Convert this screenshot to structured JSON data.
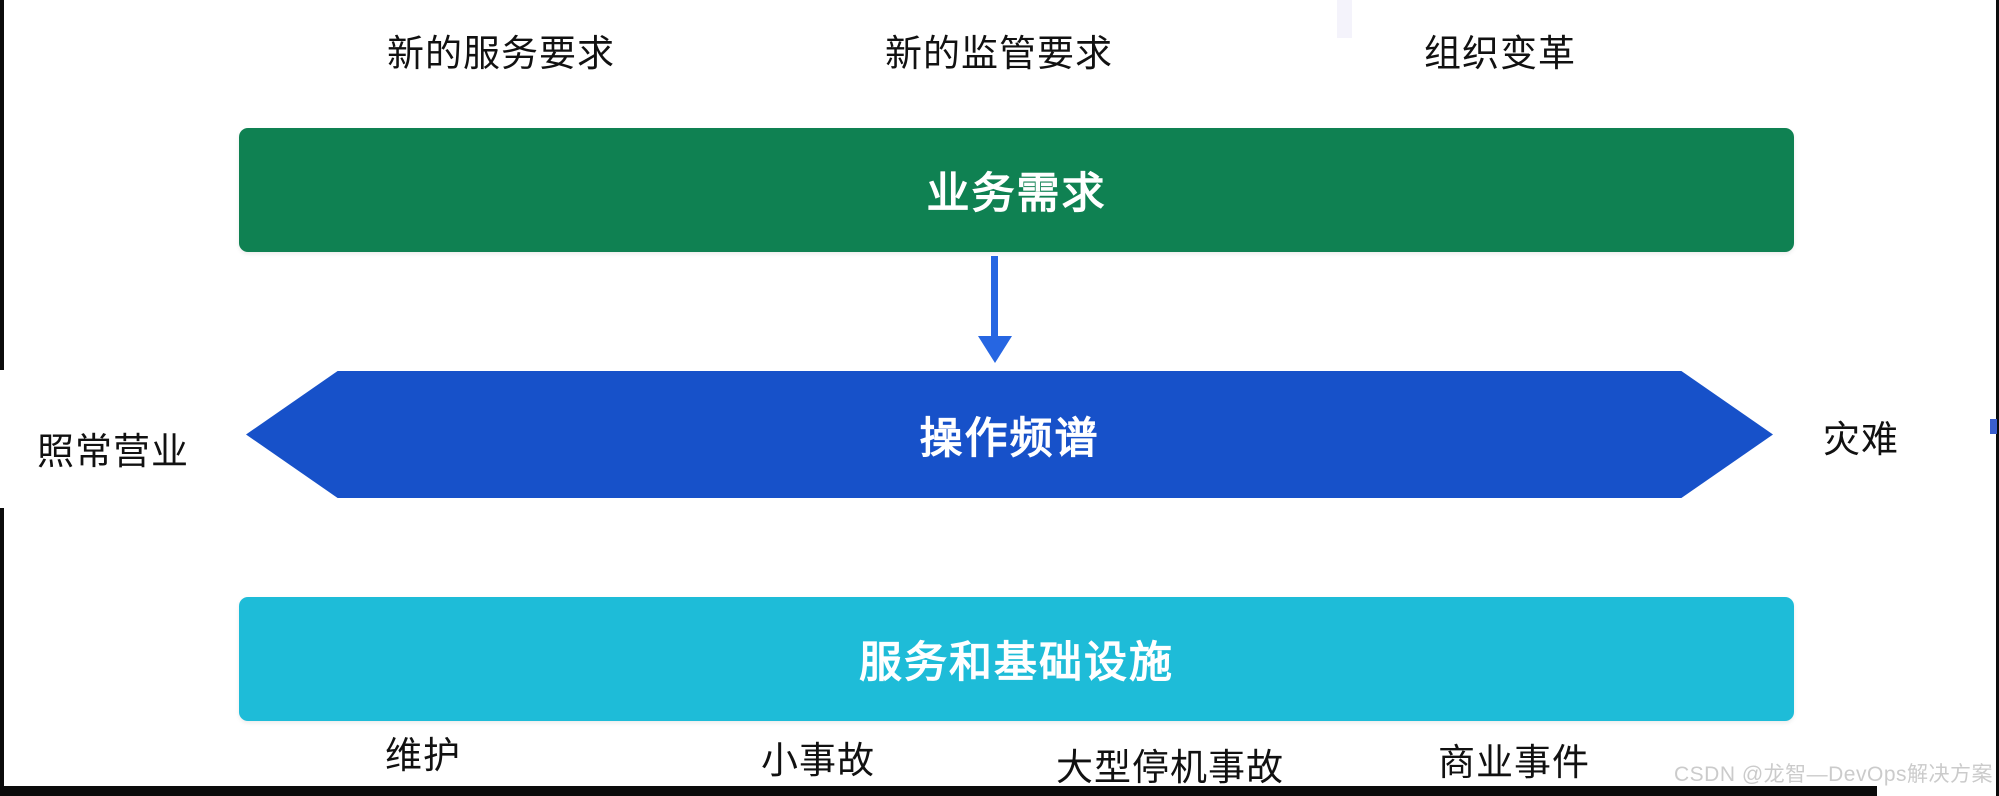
{
  "diagram": {
    "title_context": "ITIL operating spectrum diagram",
    "top_labels": [
      "新的服务要求",
      "新的监管要求",
      "组织变革"
    ],
    "bars": {
      "business": {
        "label": "业务需求",
        "color": "#0f8152"
      },
      "spectrum": {
        "label": "操作频谱",
        "color": "#1751c9"
      },
      "services": {
        "label": "服务和基础设施",
        "color": "#1ebcd8"
      }
    },
    "side_labels": {
      "left": "照常营业",
      "right": "灾难"
    },
    "bottom_labels": [
      "维护",
      "小事故",
      "大型停机事故",
      "商业事件"
    ],
    "connector": {
      "direction": "down",
      "color": "#2666e2"
    },
    "watermark": {
      "text": "CSDN @龙智—DevOps解决方案",
      "color": "#cbcbcb"
    },
    "frame_colors": {
      "border": "#0c0c0c",
      "background": "#ffffff"
    }
  }
}
